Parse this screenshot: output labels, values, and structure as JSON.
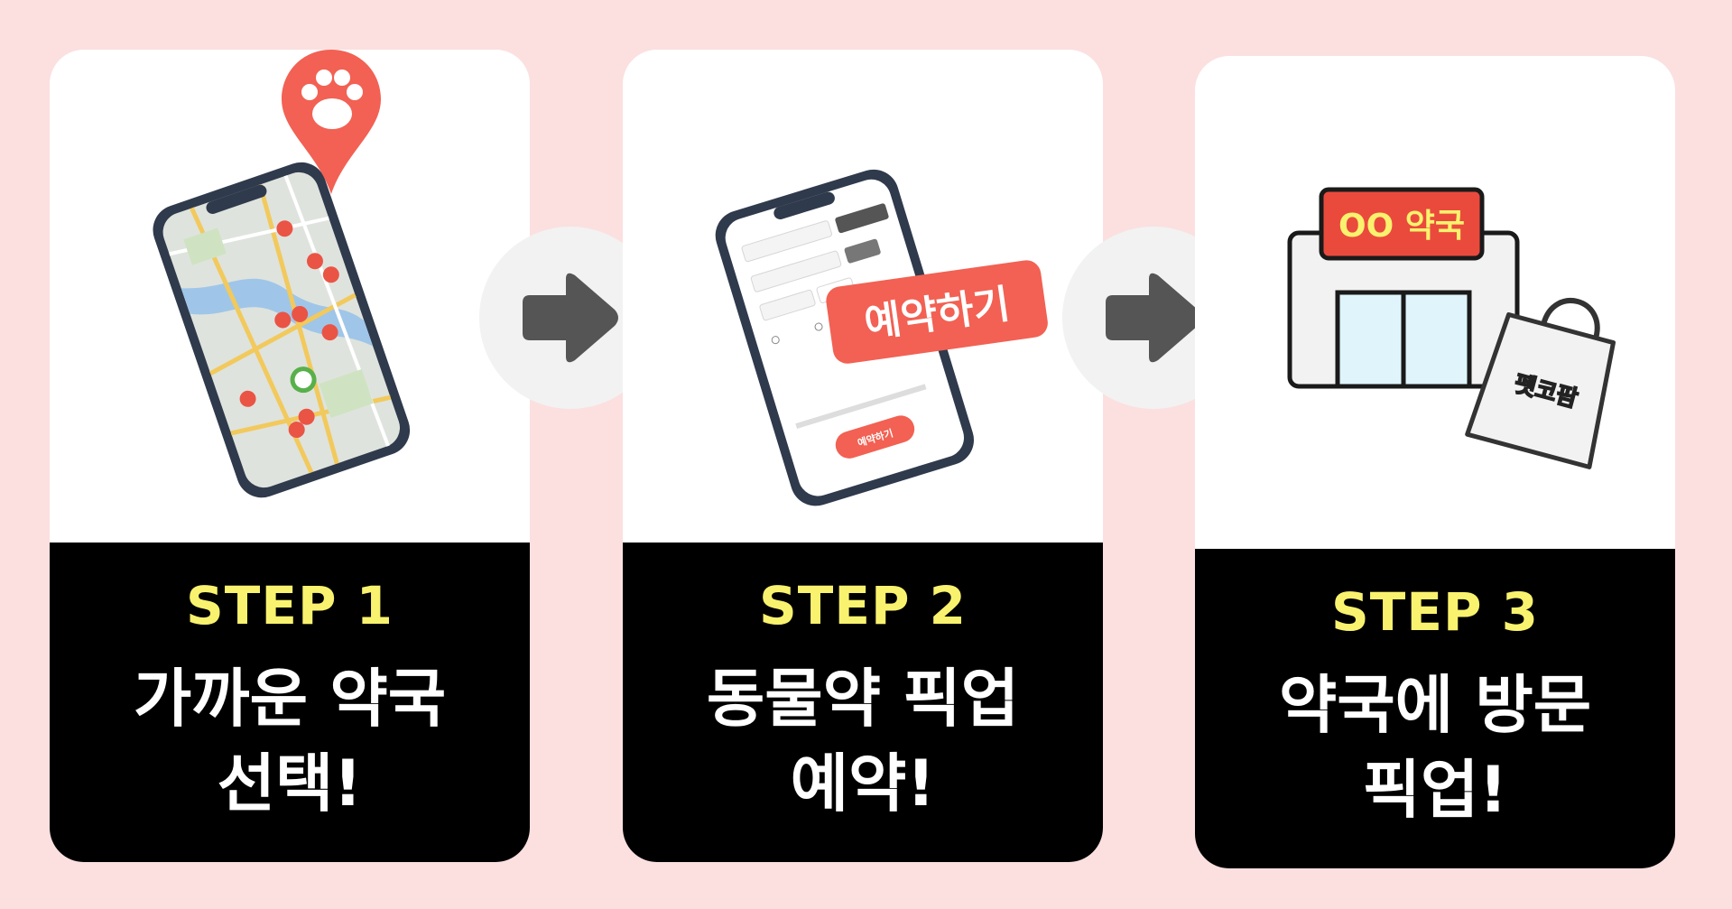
{
  "steps": [
    {
      "label": "STEP 1",
      "text": "가까운 약국\n선택!",
      "icon": "phone-map-icon"
    },
    {
      "label": "STEP 2",
      "text": "동물약 픽업\n예약!",
      "icon": "phone-reservation-icon",
      "banner": "예약하기",
      "button": "예약하기"
    },
    {
      "label": "STEP 3",
      "text": "약국에 방문\n픽업!",
      "icon": "pharmacy-store-icon",
      "sign": "OO 약국",
      "bag_brand": "펫코팜"
    }
  ],
  "arrows": [
    "arrow-right-icon",
    "arrow-right-icon"
  ],
  "colors": {
    "background": "#fbe0df",
    "accent": "#f26153",
    "step_label": "#f9f26e",
    "caption_bg": "#000000"
  }
}
